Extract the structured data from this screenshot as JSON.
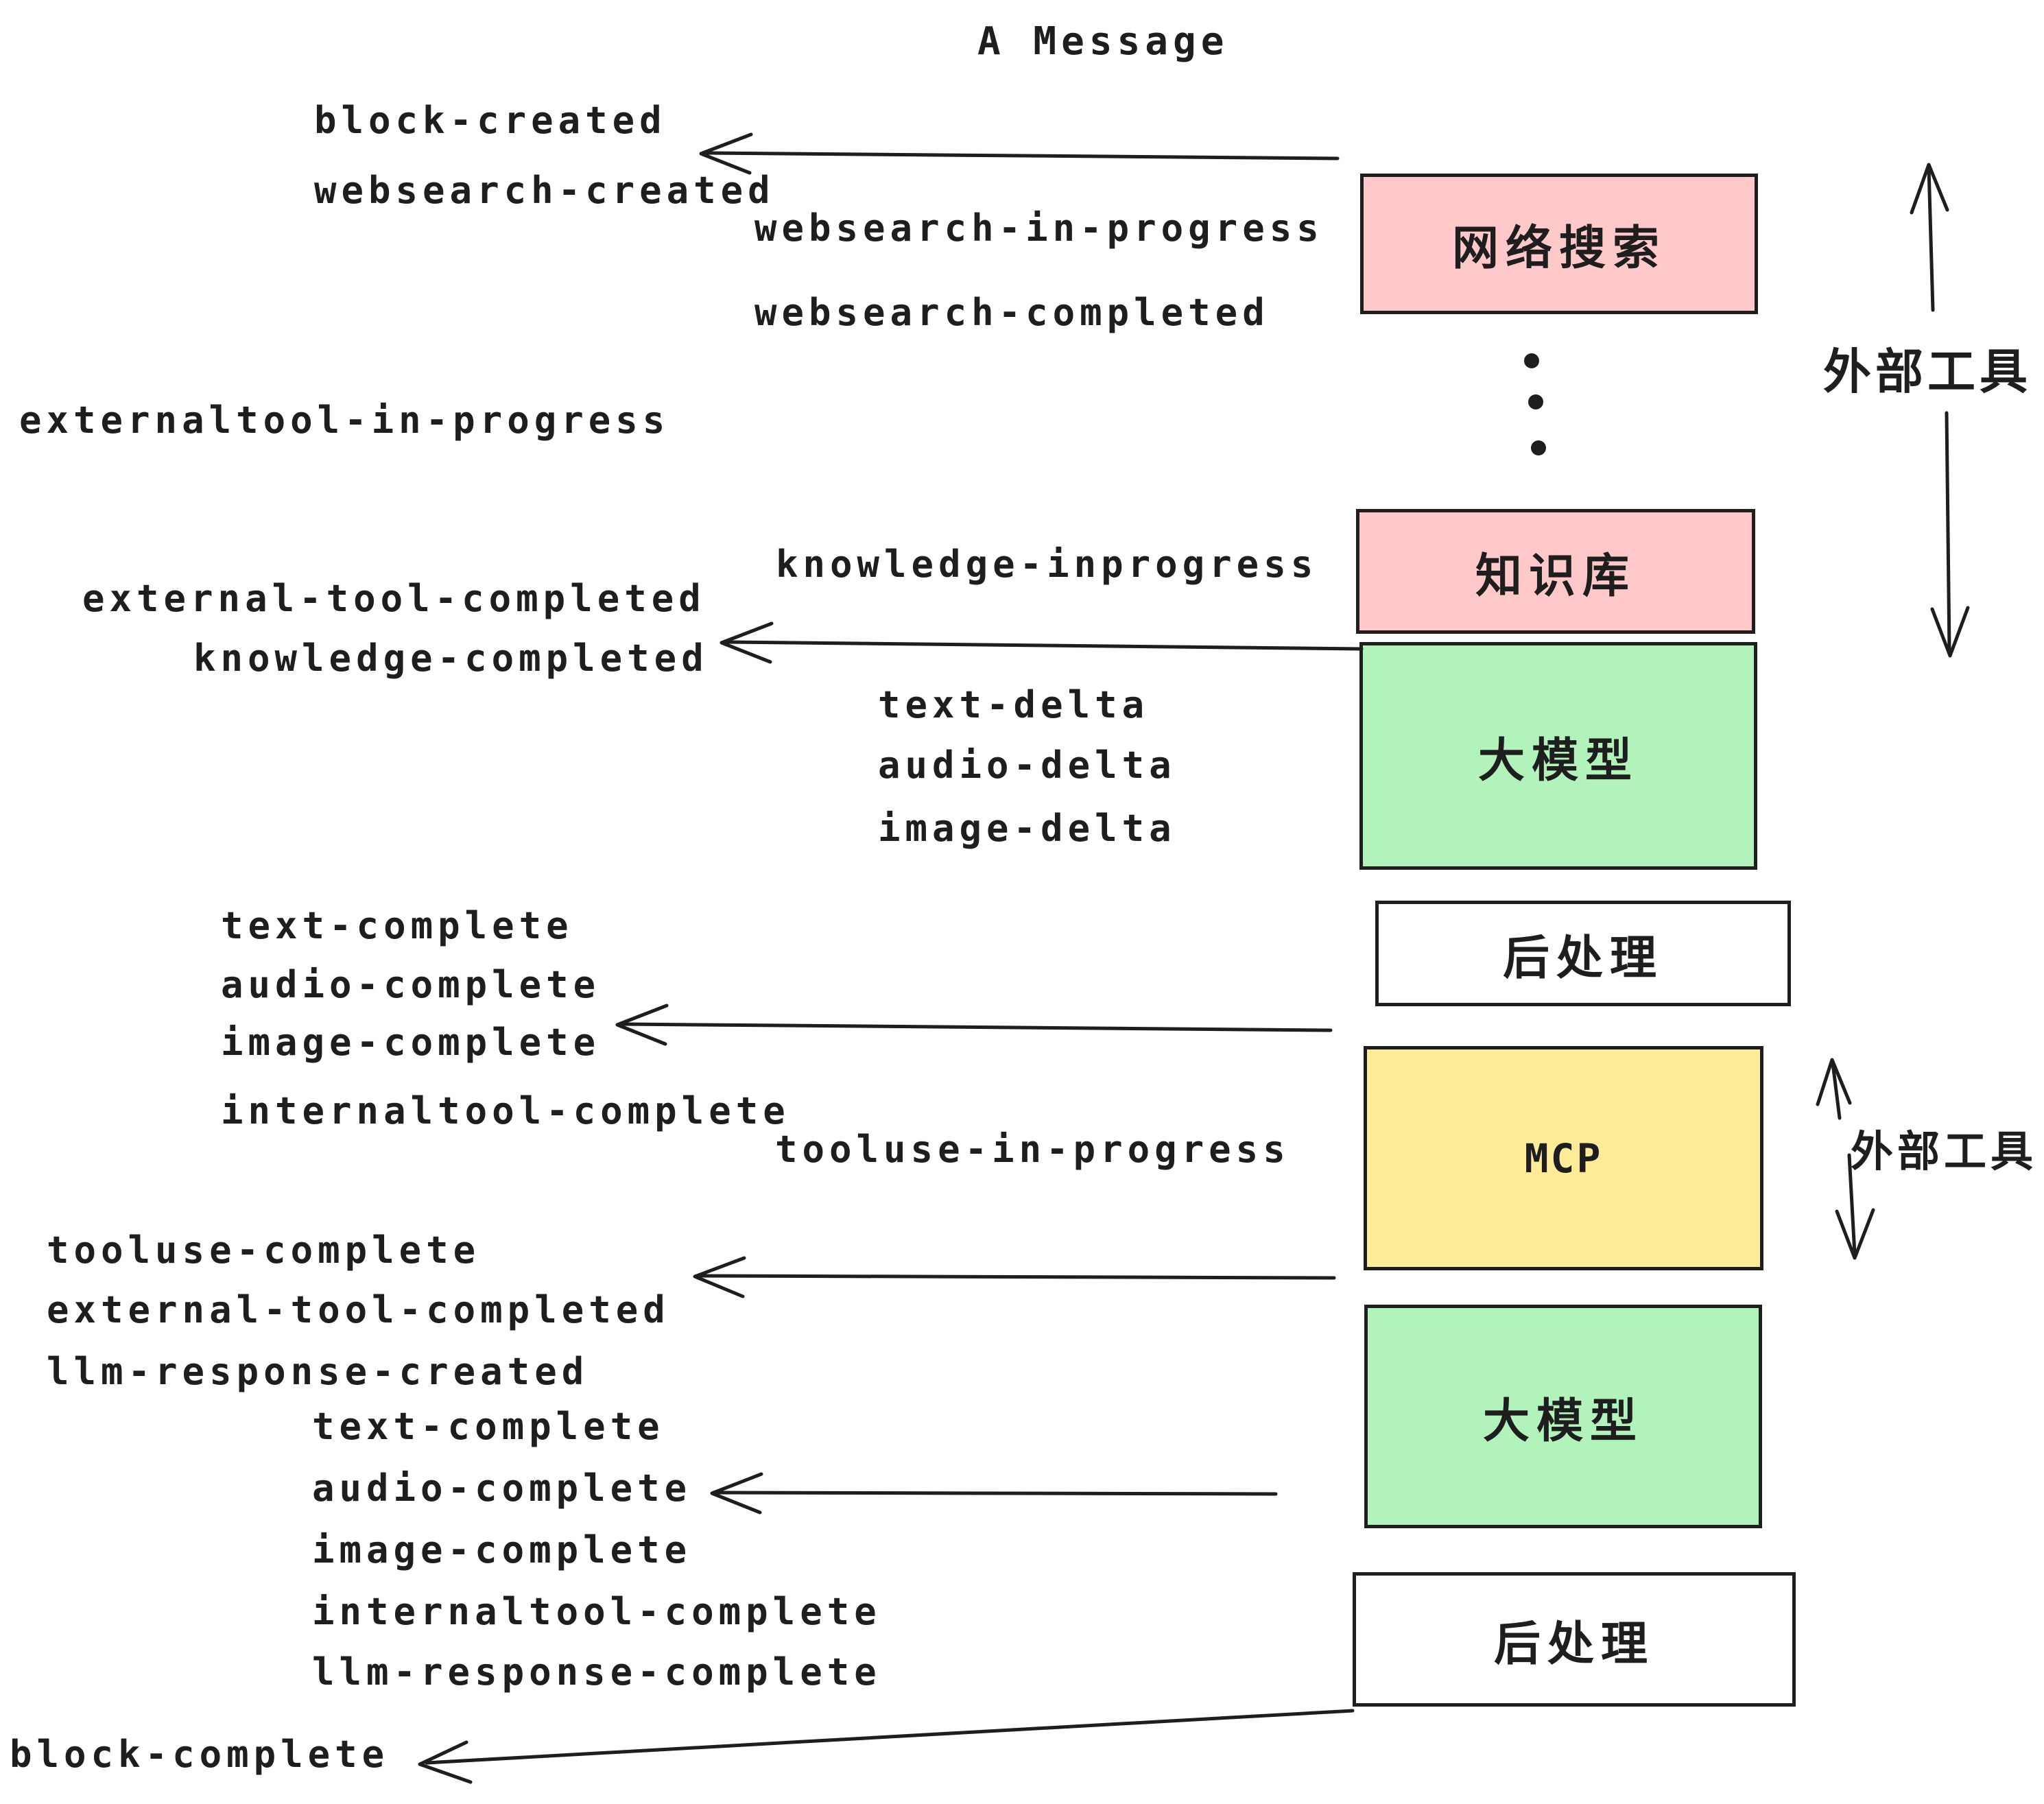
{
  "title": "A Message",
  "events": [
    "block-created",
    "websearch-created",
    "websearch-in-progress",
    "websearch-completed",
    "externaltool-in-progress",
    "knowledge-inprogress",
    "external-tool-completed",
    "knowledge-completed",
    "text-delta",
    "audio-delta",
    "image-delta",
    "text-complete",
    "audio-complete",
    "image-complete",
    "internaltool-complete",
    "tooluse-in-progress",
    "tooluse-complete",
    "external-tool-completed",
    "llm-response-created",
    "text-complete",
    "audio-complete",
    "image-complete",
    "internaltool-complete",
    "llm-response-complete",
    "block-complete"
  ],
  "boxes": [
    {
      "label": "网络搜索",
      "fill": "#ffc9c9"
    },
    {
      "label": "知识库",
      "fill": "#ffc9c9"
    },
    {
      "label": "大模型",
      "fill": "#b2f2bb"
    },
    {
      "label": "后处理",
      "fill": "#ffffff"
    },
    {
      "label": "MCP",
      "fill": "#ffec99"
    },
    {
      "label": "大模型",
      "fill": "#b2f2bb"
    },
    {
      "label": "后处理",
      "fill": "#ffffff"
    }
  ],
  "annotations": {
    "external_tools_top": "外部工具",
    "external_tools_mid": "外部工具"
  },
  "icons": {
    "ellipsis": "vertical-ellipsis"
  },
  "colors": {
    "ink": "#1e1e1e",
    "pink": "#ffc9c9",
    "green": "#b2f2bb",
    "yellow": "#ffec99",
    "white": "#ffffff"
  }
}
